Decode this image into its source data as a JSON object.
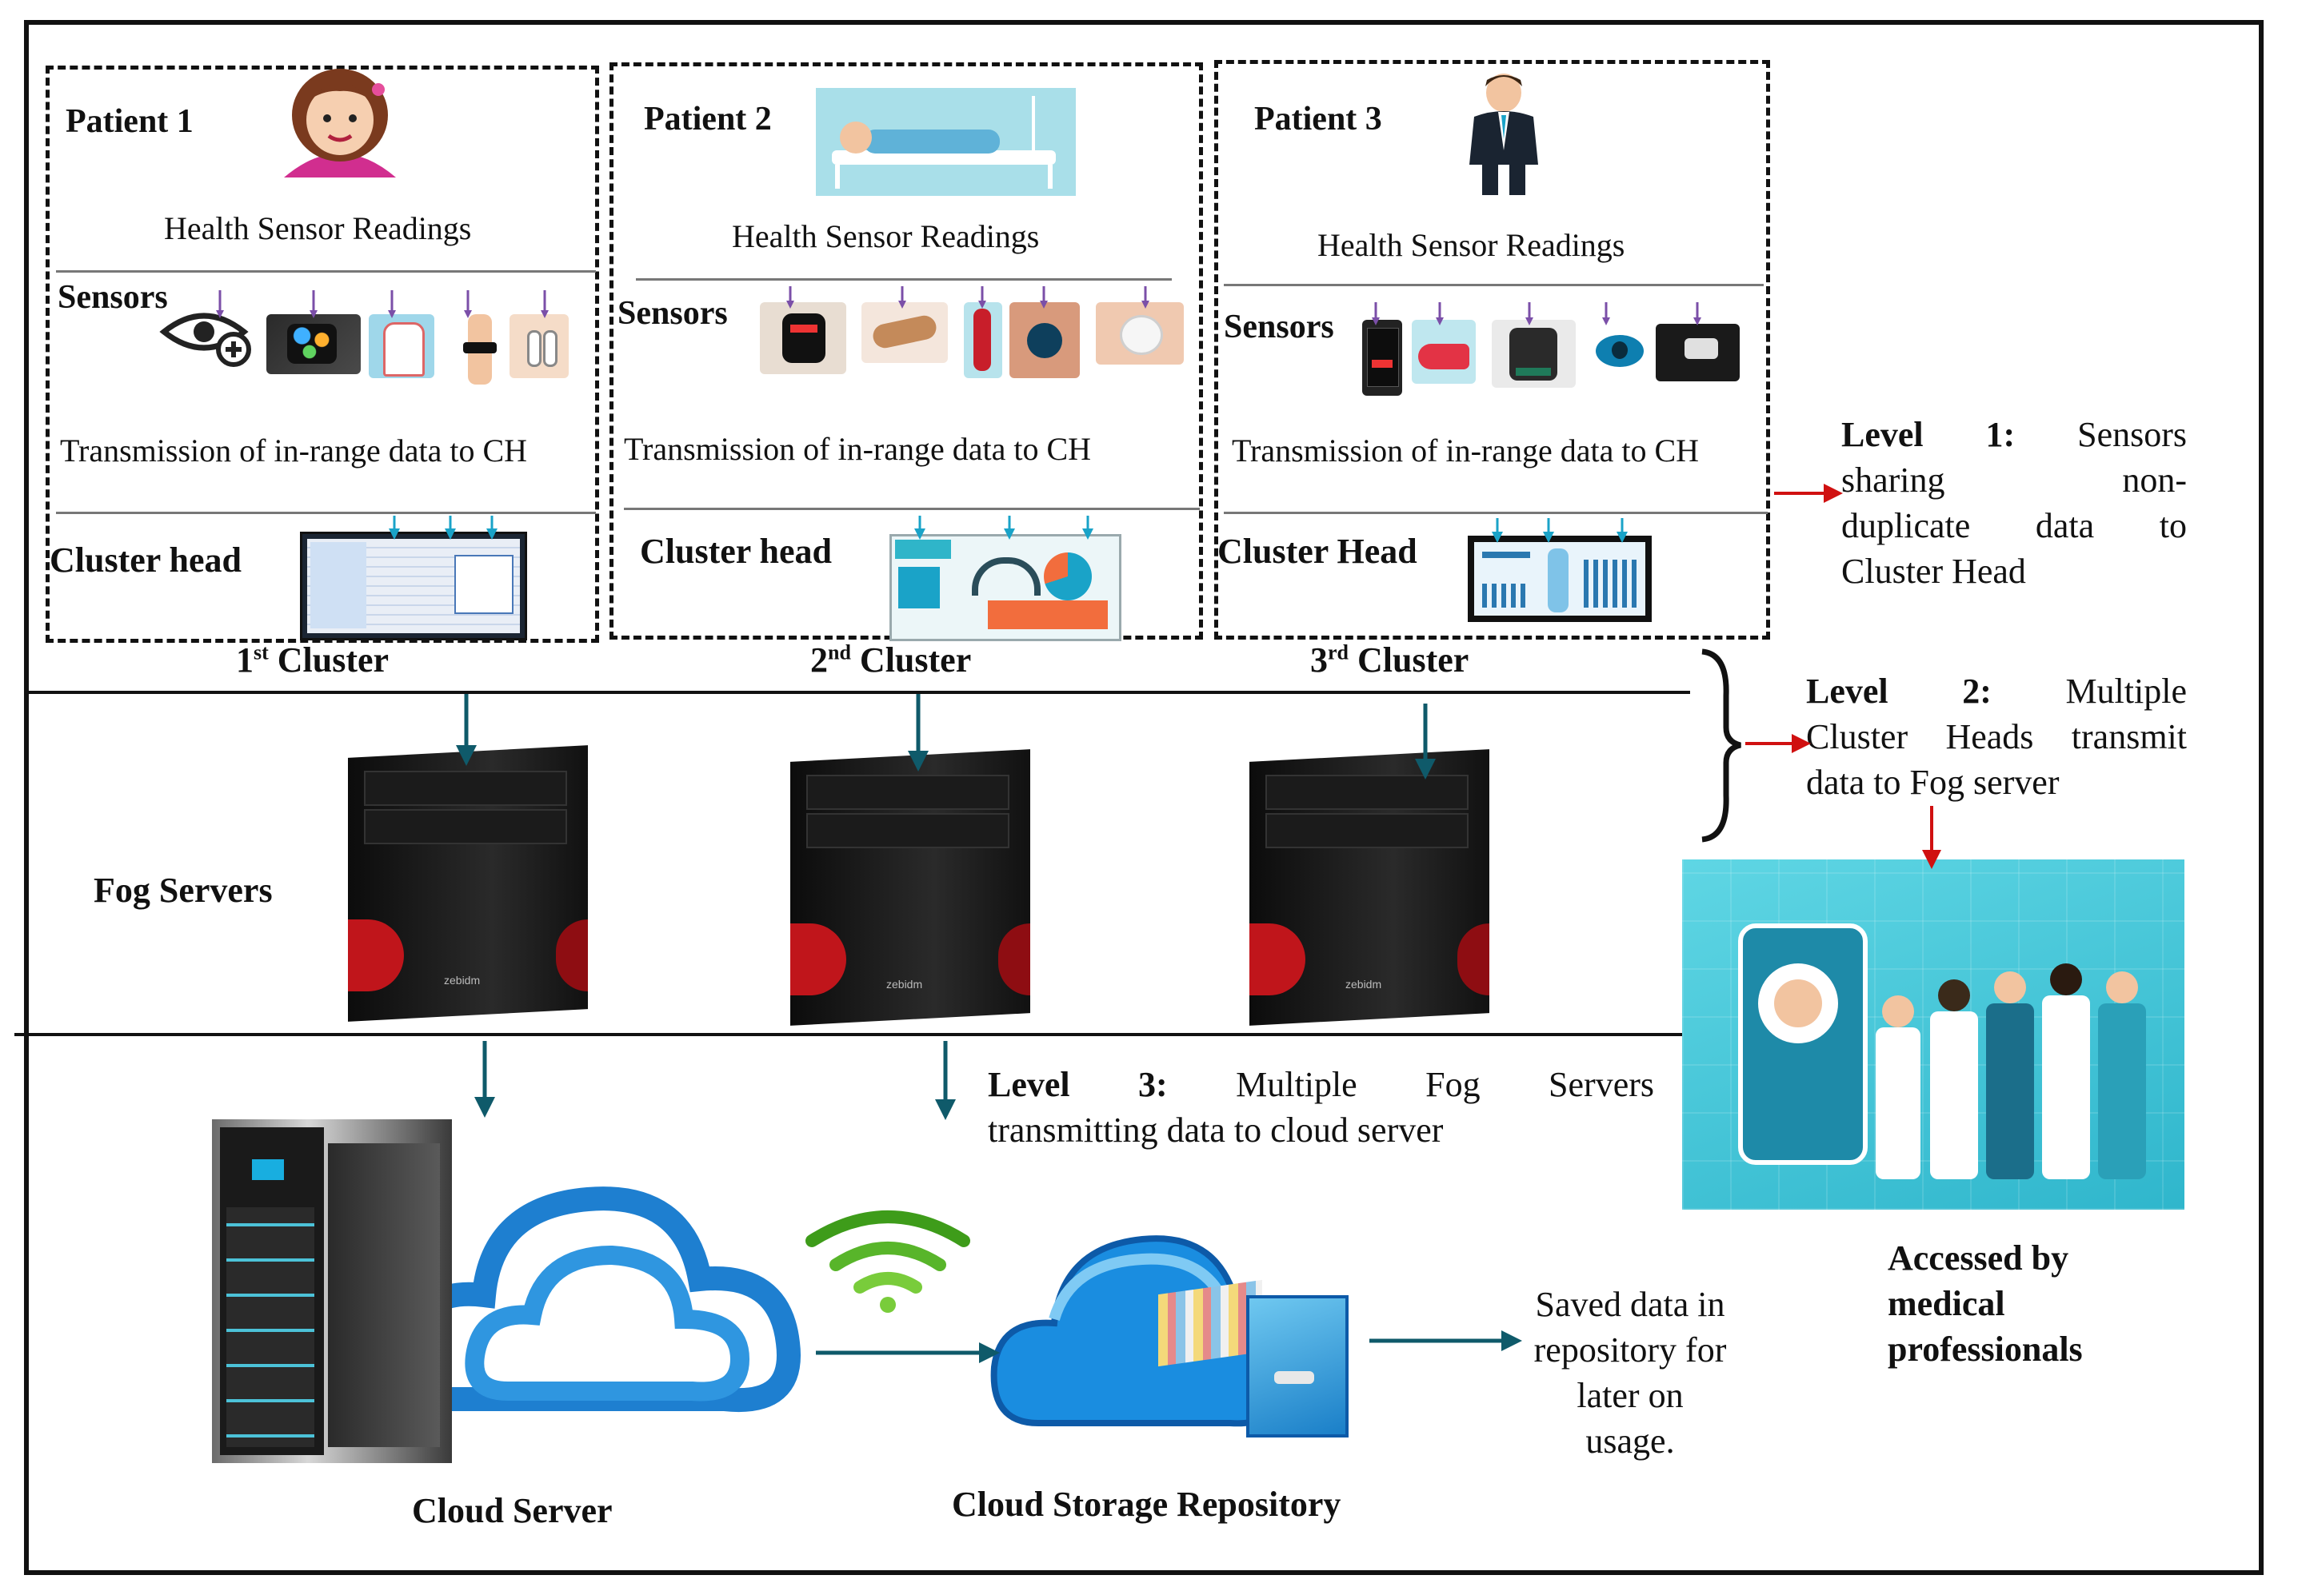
{
  "clusters": [
    {
      "patient": "Patient 1",
      "readings": "Health Sensor Readings",
      "sensors_label": "Sensors",
      "transmission": "Transmission of in-range data to CH",
      "ch_label": "Cluster head",
      "cluster_num": "1",
      "cluster_sup": "st",
      "cluster_word": "Cluster"
    },
    {
      "patient": "Patient 2",
      "readings": "Health Sensor Readings",
      "sensors_label": "Sensors",
      "transmission": "Transmission of in-range data to CH",
      "ch_label": "Cluster head",
      "cluster_num": "2",
      "cluster_sup": "nd",
      "cluster_word": "Cluster"
    },
    {
      "patient": "Patient 3",
      "readings": "Health Sensor Readings",
      "sensors_label": "Sensors",
      "transmission": "Transmission of in-range data to CH",
      "ch_label": "Cluster Head",
      "cluster_num": "3",
      "cluster_sup": "rd",
      "cluster_word": "Cluster"
    }
  ],
  "fog_label": "Fog Servers",
  "level1": {
    "lead": "Level 1:",
    "lines": [
      "Sensors",
      "sharing non-",
      "duplicate data to",
      "Cluster Head"
    ]
  },
  "level2": {
    "lead": "Level 2:",
    "lines": [
      "Multiple",
      "Cluster Heads transmit",
      "data to Fog server"
    ]
  },
  "level3": {
    "lead": "Level 3:",
    "lines": [
      "Multiple Fog Servers",
      "transmitting data to cloud server"
    ]
  },
  "access_label": [
    "Accessed by",
    "medical",
    "professionals"
  ],
  "cloud_server_label": "Cloud Server",
  "cloud_storage_label": "Cloud Storage Repository",
  "saved_label": [
    "Saved data in",
    "repository for",
    "later on",
    "usage."
  ],
  "server_brand": "zebidm",
  "colors": {
    "sensor_arrow": "#7b4fa8",
    "ch_arrow": "#1aa3c8",
    "flow_arrow": "#0f5a6a",
    "red_arrow": "#d01010",
    "medical_bg": "#35c6d8"
  }
}
